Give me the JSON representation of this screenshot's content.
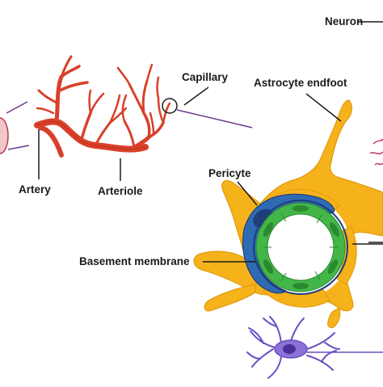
{
  "labels": {
    "neuron": "Neuron",
    "capillary": "Capillary",
    "astrocyte_endfoot": "Astrocyte endfoot",
    "pericyte": "Pericyte",
    "artery": "Artery",
    "arteriole": "Arteriole",
    "basement_membrane": "Basement membrane"
  },
  "colors": {
    "vessel_red": "#d8402a",
    "vessel_dark": "#a82818",
    "astrocyte_orange": "#f6b21a",
    "pericyte_blue": "#2f6bb3",
    "pericyte_nucleus": "#1e3f7a",
    "endothelial_green": "#43b64a",
    "endothelial_dark": "#2a8a30",
    "neuron_purple": "#6b4fc4",
    "leader_line": "#1a1a1a",
    "zoom_line": "#6a3a8a",
    "cell_pink": "#f2c6c6"
  }
}
